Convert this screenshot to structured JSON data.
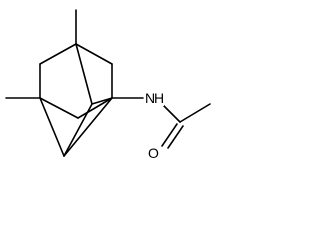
{
  "molecule": {
    "atoms": {
      "nitrogen": "N",
      "hydrogen": "H",
      "oxygen": "O"
    },
    "colors": {
      "background": "#ffffff",
      "bond": "#000000"
    }
  }
}
